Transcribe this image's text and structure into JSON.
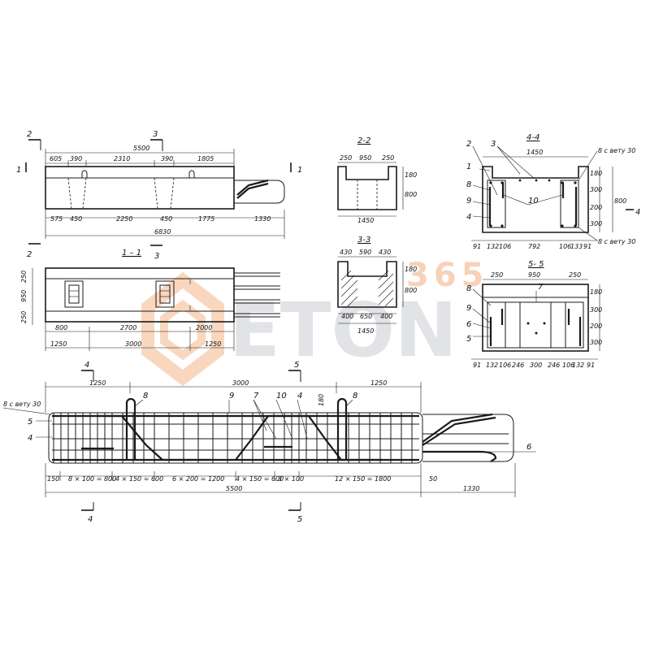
{
  "drawing": {
    "elevation": {
      "marks": {
        "left": "2",
        "top": "3",
        "right": "1",
        "left_side": "1",
        "bottom_left": "2",
        "bottom_mid": "3"
      },
      "top_overall": "5500",
      "top_dims": [
        "605",
        "390",
        "2310",
        "390",
        "1805"
      ],
      "bottom_dims": [
        "575",
        "450",
        "2250",
        "450",
        "1775",
        "1330"
      ],
      "total": "6830"
    },
    "plan": {
      "title": "1 – 1",
      "left_dims": [
        "250",
        "950",
        "250"
      ],
      "bottom_dims": [
        "800",
        "2700",
        "2000"
      ],
      "bottom_dims2": [
        "1250",
        "3000",
        "1250"
      ]
    },
    "section_2_2": {
      "title": "2-2",
      "top_dims": [
        "250",
        "950",
        "250"
      ],
      "right_dims": [
        "180",
        "800"
      ],
      "bottom": "1450"
    },
    "section_3_3": {
      "title": "3-3",
      "top_dims": [
        "430",
        "590",
        "430"
      ],
      "right_dims": [
        "180",
        "800"
      ],
      "bottom_dims": [
        "400",
        "650",
        "400"
      ],
      "bottom": "1450"
    },
    "section_4_4": {
      "title": "4-4",
      "top": "1450",
      "right_dims": [
        "180",
        "300",
        "200",
        "300"
      ],
      "right_total": "800",
      "bottom_dims": [
        "91",
        "132",
        "106",
        "792",
        "106",
        "133",
        "91"
      ],
      "labels": [
        "2",
        "3",
        "1",
        "8",
        "9",
        "4",
        "10"
      ],
      "cover_top": "8 с вету 30",
      "cover_bottom": "8 с вету 30",
      "mark": "4"
    },
    "section_5_5": {
      "title": "5- 5",
      "top_dims": [
        "250",
        "950",
        "250"
      ],
      "right_dims": [
        "180",
        "300",
        "200",
        "300"
      ],
      "bottom_dims": [
        "91",
        "132",
        "106",
        "246",
        "300",
        "246",
        "106",
        "132",
        "91"
      ],
      "labels": [
        "8",
        "7",
        "9",
        "6",
        "5"
      ]
    },
    "reinforcement": {
      "marks": {
        "top_left": "4",
        "top_right": "5",
        "bottom_left": "4",
        "bottom_right": "5"
      },
      "top_dims": [
        "1250",
        "3000",
        "1250"
      ],
      "cover": "8 с вету 30",
      "left_labels": [
        "5",
        "4"
      ],
      "top_labels": [
        "8",
        "9",
        "7",
        "10",
        "4",
        "8"
      ],
      "label_180": "180",
      "right_label": "6",
      "spacing_dims": [
        "150",
        "8 × 100 = 800",
        "4 × 150 = 600",
        "6 × 200 = 1200",
        "4 × 150 = 600",
        "3 × 100",
        "12 × 150 = 1800",
        "50"
      ],
      "overall": "5500",
      "overhang": "1330"
    }
  },
  "watermark": {
    "number": "365",
    "brand": "ETON"
  },
  "colors": {
    "ink": "#1a1a1a",
    "watermark_orange": "#f3b48a",
    "watermark_grey": "#c9cdd3"
  }
}
